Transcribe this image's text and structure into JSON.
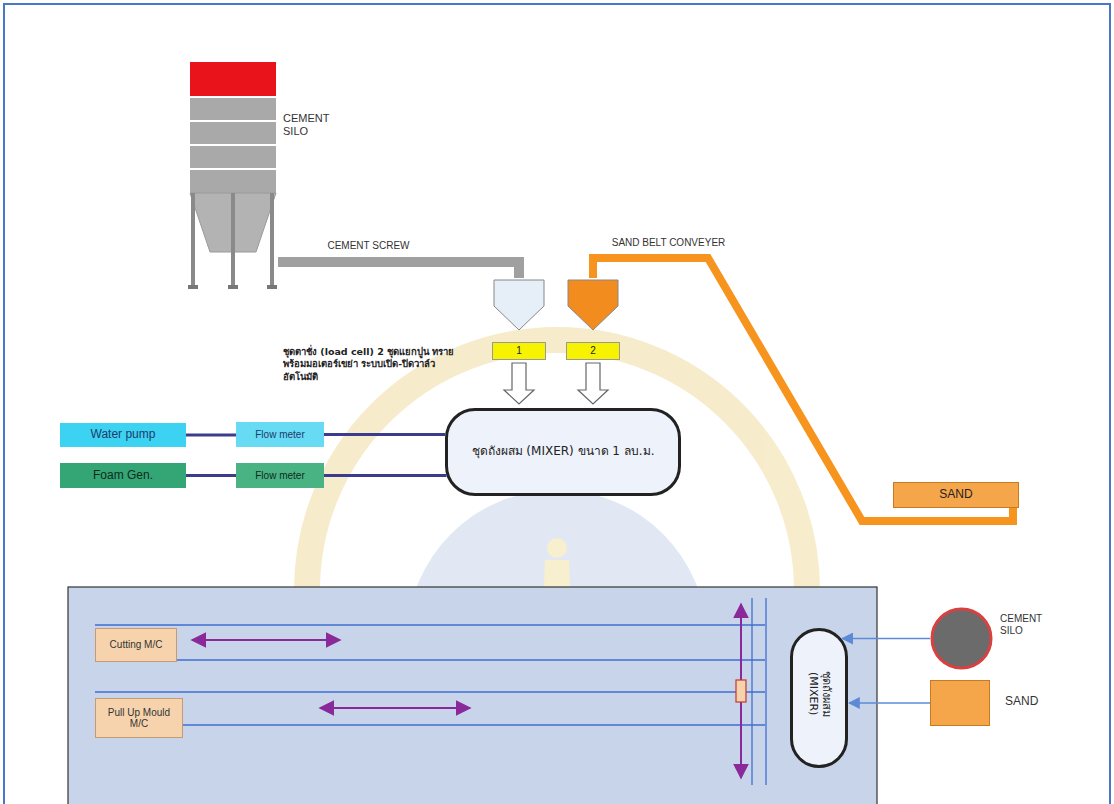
{
  "diagram": {
    "nodes": [
      {
        "text": [
          "CEMENT SILO"
        ]
      },
      {
        "text": [
          "1"
        ]
      },
      {
        "text": [
          "2"
        ]
      },
      {
        "text": [
          "Water pump"
        ]
      },
      {
        "text": [
          "Flow meter"
        ]
      },
      {
        "text": [
          "Foam Gen."
        ]
      },
      {
        "text": [
          "Flow meter"
        ]
      },
      {
        "text": [
          "ชุดถังผสม (MIXER) ขนาด 1 ลบ.ม."
        ]
      },
      {
        "text": [
          "SAND"
        ]
      },
      {
        "text": [
          "Cutting M/C"
        ]
      },
      {
        "text": [
          "Pull Up Mould M/C"
        ]
      },
      {
        "text": [
          "ชุดถังผสม (MIXER)"
        ]
      },
      {
        "text": [
          "CEMENT SILO"
        ]
      },
      {
        "text": [
          "SAND"
        ]
      }
    ],
    "edges": [
      {
        "from": 0,
        "to": 1,
        "label": "CEMENT SCREW",
        "arrow": "none"
      },
      {
        "from": 8,
        "to": 2,
        "label": "SAND BELT CONVEYER",
        "arrow": "none"
      },
      {
        "from": 1,
        "to": 7,
        "arrow": "to"
      },
      {
        "from": 2,
        "to": 7,
        "arrow": "to"
      },
      {
        "from": 3,
        "to": 4,
        "arrow": "none"
      },
      {
        "from": 4,
        "to": 7,
        "arrow": "none"
      },
      {
        "from": 5,
        "to": 6,
        "arrow": "none"
      },
      {
        "from": 6,
        "to": 7,
        "arrow": "none"
      },
      {
        "from": 12,
        "to": 11,
        "arrow": "to"
      },
      {
        "from": 13,
        "to": 11,
        "arrow": "to"
      }
    ],
    "labels": [
      "ชุดตาชั่ง (load cell) 2 ชุดแยกปูน ทราย พร้อมมอเตอร์เขย่า ระบบเปิด-ปิดวาล์วอัตโนมัติ"
    ]
  }
}
